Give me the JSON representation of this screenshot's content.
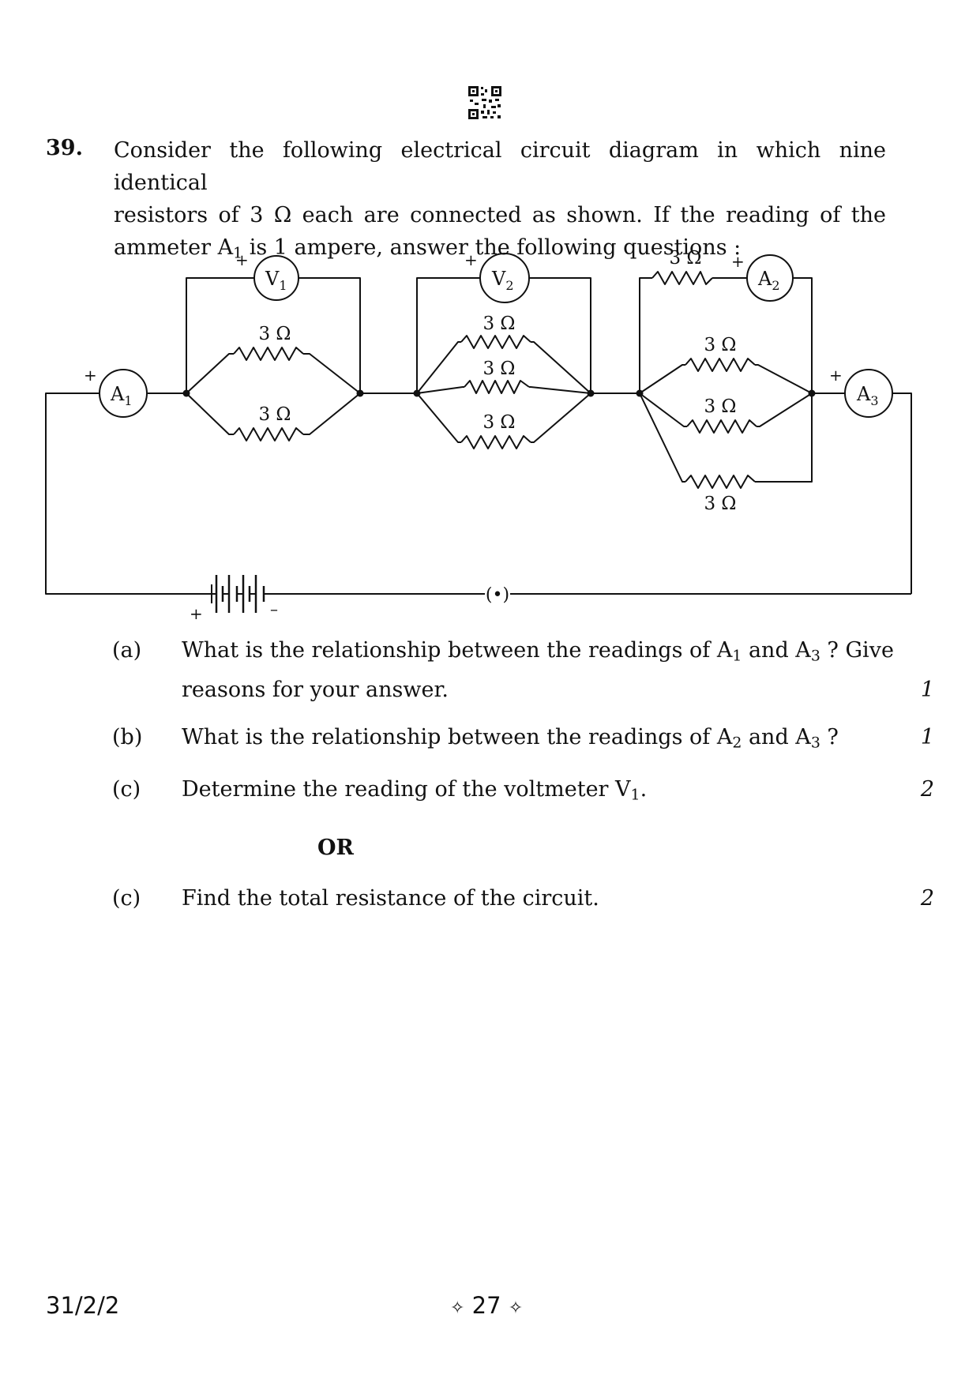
{
  "question": {
    "number": "39.",
    "line1": "Consider the following electrical circuit diagram in which nine identical",
    "line2": "resistors of 3 Ω each are connected as shown. If the reading of the",
    "line3_pre": "ammeter A",
    "line3_sub": "1",
    "line3_post": " is 1 ampere, answer the following questions :"
  },
  "circuit": {
    "resistor_label": "3 Ω",
    "plus": "+",
    "minus": "–",
    "key_symbol": "(•)",
    "meters": {
      "v1": {
        "letter": "V",
        "sub": "1"
      },
      "v2": {
        "letter": "V",
        "sub": "2"
      },
      "a1": {
        "letter": "A",
        "sub": "1"
      },
      "a2": {
        "letter": "A",
        "sub": "2"
      },
      "a3": {
        "letter": "A",
        "sub": "3"
      }
    }
  },
  "parts": [
    {
      "label": "(a)",
      "line1_pre": "What is the relationship between the readings of A",
      "sub1": "1",
      "mid": " and A",
      "sub2": "3",
      "post": " ? Give",
      "line2": "reasons for your answer.",
      "marks": "1"
    },
    {
      "label": "(b)",
      "pre": "What is the relationship between the readings of A",
      "sub1": "2",
      "mid": " and A",
      "sub2": "3",
      "post": " ?",
      "marks": "1"
    },
    {
      "label": "(c)",
      "pre": "Determine the reading of the voltmeter V",
      "sub1": "1",
      "post": ".",
      "marks": "2"
    },
    {
      "label": "(c)",
      "text": "Find the total resistance of the circuit.",
      "marks": "2"
    }
  ],
  "or_label": "OR",
  "footer": {
    "code": "31/2/2",
    "page_number": "27",
    "ornament": "✧"
  }
}
